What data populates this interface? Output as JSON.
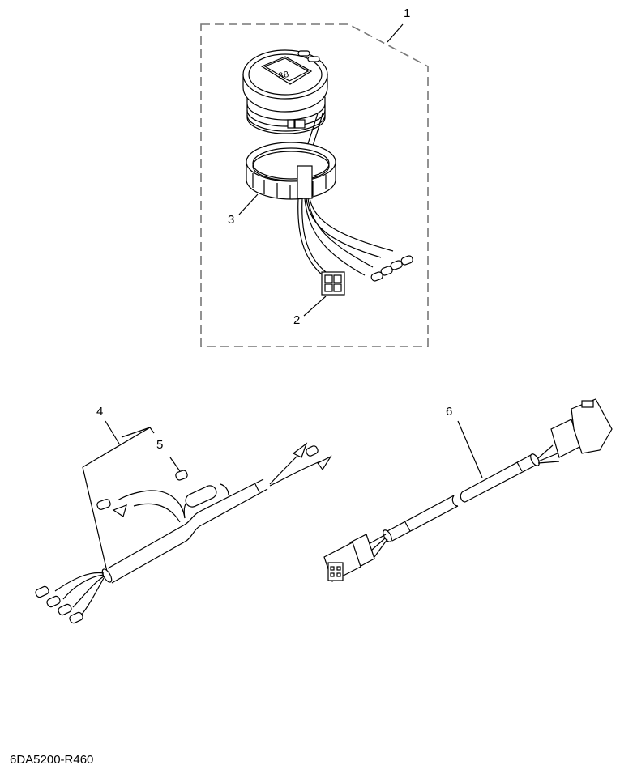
{
  "callouts": {
    "p1": "1",
    "p2": "2",
    "p3": "3",
    "p4": "4",
    "p5": "5",
    "p6": "6"
  },
  "diagram_code": "6DA5200-R460",
  "colors": {
    "line": "#000000",
    "kit_outline": "#777777",
    "background": "#ffffff"
  }
}
